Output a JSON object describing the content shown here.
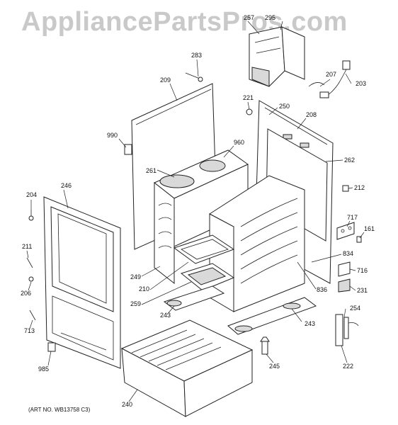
{
  "watermark": "AppliancePartsPros.com",
  "art_number": "(ART NO. WB13758 C3)",
  "callouts": [
    {
      "id": "c257",
      "label": "257"
    },
    {
      "id": "c295",
      "label": "295"
    },
    {
      "id": "c283",
      "label": "283"
    },
    {
      "id": "c209",
      "label": "209"
    },
    {
      "id": "c207",
      "label": "207"
    },
    {
      "id": "c203",
      "label": "203"
    },
    {
      "id": "c221",
      "label": "221"
    },
    {
      "id": "c250",
      "label": "250"
    },
    {
      "id": "c208",
      "label": "208"
    },
    {
      "id": "c990",
      "label": "990"
    },
    {
      "id": "c960",
      "label": "960"
    },
    {
      "id": "c261",
      "label": "261"
    },
    {
      "id": "c262",
      "label": "262"
    },
    {
      "id": "c204",
      "label": "204"
    },
    {
      "id": "c246",
      "label": "246"
    },
    {
      "id": "c212",
      "label": "212"
    },
    {
      "id": "c717",
      "label": "717"
    },
    {
      "id": "c161",
      "label": "161"
    },
    {
      "id": "c211",
      "label": "211"
    },
    {
      "id": "c834",
      "label": "834"
    },
    {
      "id": "c716",
      "label": "716"
    },
    {
      "id": "c249",
      "label": "249"
    },
    {
      "id": "c206",
      "label": "206"
    },
    {
      "id": "c210",
      "label": "210"
    },
    {
      "id": "c836",
      "label": "836"
    },
    {
      "id": "c231",
      "label": "231"
    },
    {
      "id": "c259",
      "label": "259"
    },
    {
      "id": "c243a",
      "label": "243"
    },
    {
      "id": "c254",
      "label": "254"
    },
    {
      "id": "c713",
      "label": "713"
    },
    {
      "id": "c243b",
      "label": "243"
    },
    {
      "id": "c985",
      "label": "985"
    },
    {
      "id": "c245",
      "label": "245"
    },
    {
      "id": "c222",
      "label": "222"
    },
    {
      "id": "c240",
      "label": "240"
    }
  ]
}
